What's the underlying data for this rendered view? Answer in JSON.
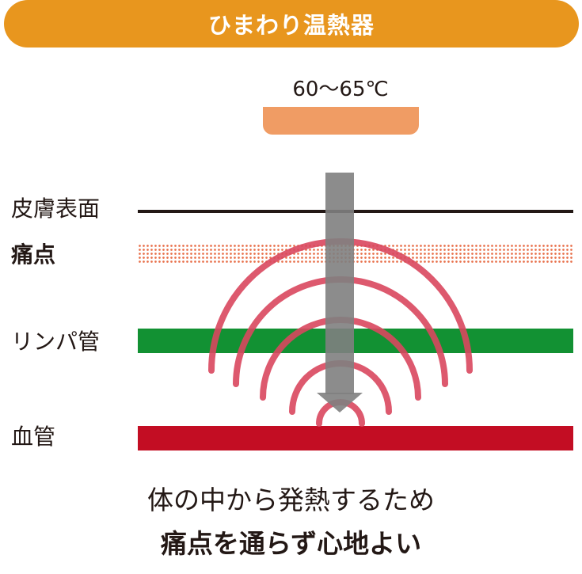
{
  "header": {
    "title": "ひまわり温熱器"
  },
  "heater": {
    "temperature": "60〜65℃"
  },
  "layers": {
    "skin_surface": "皮膚表面",
    "pain_point": "痛点",
    "lymph_vessel": "リンパ管",
    "blood_vessel": "血管"
  },
  "caption": {
    "line1": "体の中から発熱するため",
    "line2": "痛点を通らず心地よい"
  },
  "colors": {
    "banner": "#E8961E",
    "heater_pad": "#F09C64",
    "pain_dots": "#E8704A",
    "lymph": "#129133",
    "blood": "#C30D23",
    "waves": "#D9475E",
    "arrow": "#7F7F7F"
  }
}
